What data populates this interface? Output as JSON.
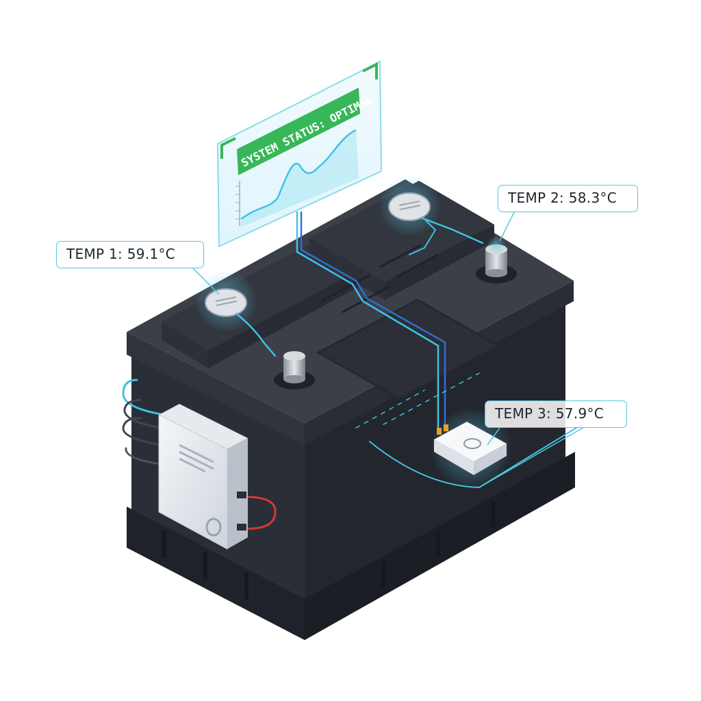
{
  "sensors": [
    {
      "id": "temp-1",
      "text": "TEMP 1: 59.1°C"
    },
    {
      "id": "temp-2",
      "text": "TEMP 2: 58.3°C"
    },
    {
      "id": "temp-3",
      "text": "TEMP 3: 57.9°C"
    }
  ],
  "panel": {
    "status_text": "SYSTEM STATUS: OPTIMAL",
    "status_color": "#37b759"
  },
  "colors": {
    "battery_top": "#3b3f48",
    "battery_side": "#2a2e36",
    "battery_dark": "#1f222a",
    "wire_cyan": "#3fc3e4",
    "wire_blue": "#2d6fd3",
    "callout_border": "#57c6dd"
  }
}
